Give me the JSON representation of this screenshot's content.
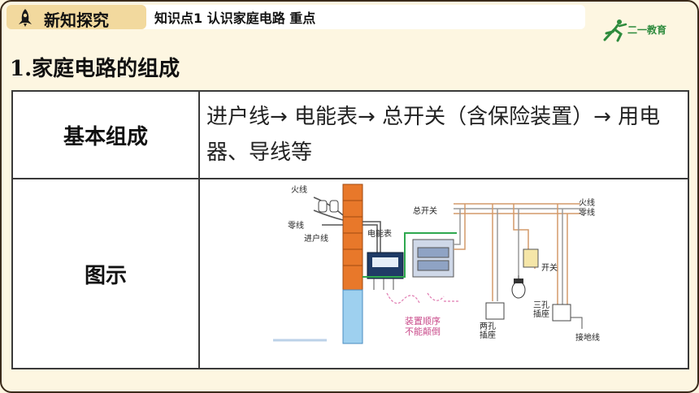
{
  "header": {
    "section_title": "新知探究",
    "topic": "知识点1  认识家庭电路  重点",
    "logo_text": "二一教育"
  },
  "heading": "1.家庭电路的组成",
  "table": {
    "rows": [
      {
        "label": "基本组成",
        "content": "进户线→ 电能表→ 总开关（含保险装置）→ 用电器、导线等"
      },
      {
        "label": "图示"
      }
    ]
  },
  "diagram": {
    "labels": {
      "huoxian_left": "火线",
      "lingxian_left": "零线",
      "jinhuxian": "进户线",
      "diannengbiao": "电能表",
      "zongkaiguan": "总开关",
      "huoxian_right": "火线",
      "lingxian_right": "零线",
      "kaiguan": "开关",
      "liangkong": "两孔\n插座",
      "sankong": "三孔\n插座",
      "jiedixian": "接地线",
      "note": "装置顺序\n不能颠倒"
    }
  },
  "colors": {
    "background": "#fdf6e1",
    "pill": "#f2d99e",
    "wall": "#e8782a",
    "accent_green": "#2e8b3d"
  }
}
